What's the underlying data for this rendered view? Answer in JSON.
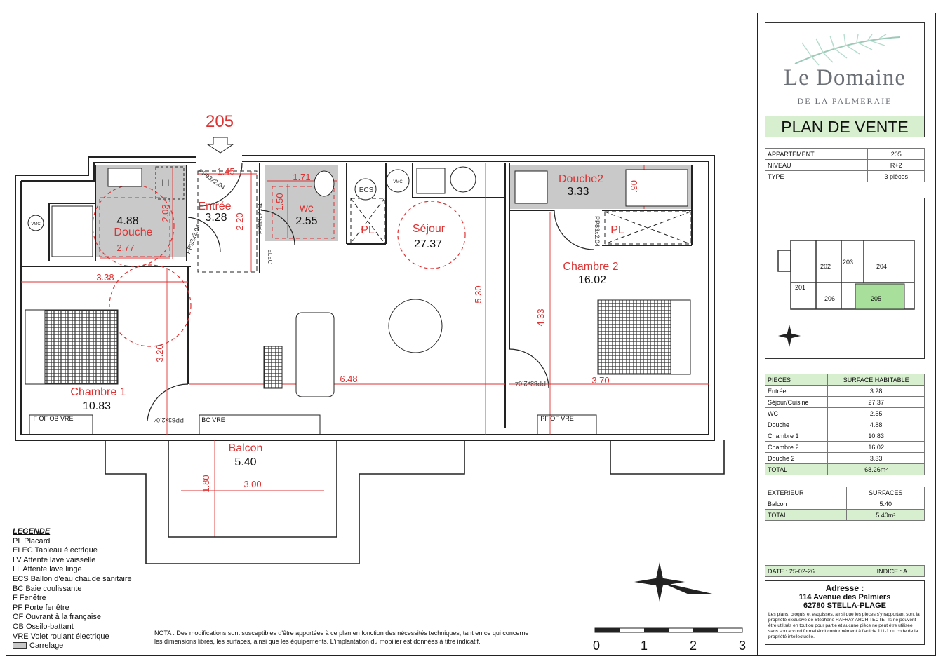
{
  "unit_number": "205",
  "rooms": {
    "douche": {
      "name": "Douche",
      "area": "4.88"
    },
    "entree": {
      "name": "Entrée",
      "area": "3.28"
    },
    "wc": {
      "name": "wc",
      "area": "2.55"
    },
    "sejour": {
      "name": "Séjour",
      "area": "27.37"
    },
    "douche2": {
      "name": "Douche2",
      "area": "3.33"
    },
    "chambre1": {
      "name": "Chambre 1",
      "area": "10.83"
    },
    "chambre2": {
      "name": "Chambre 2",
      "area": "16.02"
    },
    "balcon": {
      "name": "Balcon",
      "area": "5.40"
    }
  },
  "dimensions": {
    "d145": "1.45",
    "d171": "1.71",
    "d150": "1.50",
    "d220": "2.20",
    "d203": "2.03",
    "d277": "2.77",
    "d338": "3.38",
    "d320": "3.20",
    "d648": "6.48",
    "d530": "5.30",
    "d433": "4.33",
    "d370": "3.70",
    "d090": ".90",
    "d180": "1.80",
    "d300": "3.00"
  },
  "tags": {
    "ll": "LL",
    "ecs": "ECS",
    "pl1": "PL",
    "pl2": "PL",
    "elec": "ELEC",
    "vmc1": "VMC",
    "vmc2": "VMC",
    "pp1": "PP93x2.04",
    "pp2": "PP83x2.04",
    "pp3": "PP93x2.04",
    "pp4": "PP83x2.04",
    "pp5": "PP83x2.04",
    "pp6": "PP83x2.04",
    "win1": "F OF OB VRE",
    "win2": "BC VRE",
    "win3": "PF OF VRE"
  },
  "scale": {
    "labels": [
      "0",
      "1",
      "2",
      "3"
    ]
  },
  "logo": {
    "title": "Le Domaine",
    "subtitle": "DE LA PALMERAIE"
  },
  "plan_de_vente": "PLAN DE VENTE",
  "info_table": [
    {
      "label": "APPARTEMENT",
      "value": "205"
    },
    {
      "label": "NIVEAU",
      "value": "R+2"
    },
    {
      "label": "TYPE",
      "value": "3 pièces"
    }
  ],
  "minimap": {
    "units": [
      "202",
      "203",
      "204",
      "201",
      "206",
      "205"
    ]
  },
  "pieces_table": {
    "header": [
      "PIECES",
      "SURFACE HABITABLE"
    ],
    "rows": [
      {
        "label": "Entrée",
        "value": "3.28"
      },
      {
        "label": "Séjour/Cuisine",
        "value": "27.37"
      },
      {
        "label": "WC",
        "value": "2.55"
      },
      {
        "label": "Douche",
        "value": "4.88"
      },
      {
        "label": "Chambre 1",
        "value": "10.83"
      },
      {
        "label": "Chambre 2",
        "value": "16.02"
      },
      {
        "label": "Douche 2",
        "value": "3.33"
      }
    ],
    "total": {
      "label": "TOTAL",
      "value": "68.26m²"
    }
  },
  "exterieur_table": {
    "header": [
      "EXTERIEUR",
      "SURFACES"
    ],
    "rows": [
      {
        "label": "Balcon",
        "value": "5.40"
      }
    ],
    "total": {
      "label": "TOTAL",
      "value": "5.40m²"
    }
  },
  "date_table": {
    "date": "DATE : 25-02-26",
    "indice": "INDICE : A"
  },
  "adresse": {
    "title": "Adresse :",
    "line1": "114 Avenue des Palmiers",
    "line2": "62780 STELLA-PLAGE",
    "note": "Les plans, croquis et esquisses, ainsi que les pièces s'y rapportant sont la propriété exclusive de Stéphane RAFRAY ARCHITECTE. Ils ne peuvent être utilisés en tout ou pour partie et aucune pièce ne peut être utilisée sans son accord formel écrit conformément à l'article 111-1 du code de la propriété intellectuelle."
  },
  "legend": {
    "title": "LEGENDE",
    "items": [
      "PL Placard",
      "ELEC Tableau électrique",
      "LV Attente lave vaisselle",
      "LL Attente lave linge",
      "ECS Ballon d'eau chaude sanitaire",
      "BC Baie coulissante",
      "F Fenêtre",
      "PF Porte fenêtre",
      "OF Ouvrant à la française",
      "OB Ossilo-battant",
      "VRE Volet roulant électrique"
    ],
    "carrelage": "Carrelage"
  },
  "nota": "NOTA : Des modifications sont susceptibles d'être apportées à ce plan en fonction des nécessités techniques, tant en ce qui concerne les dimensions libres, les surfaces, ainsi que les équipements. L'implantation du mobilier est données à titre indicatif."
}
